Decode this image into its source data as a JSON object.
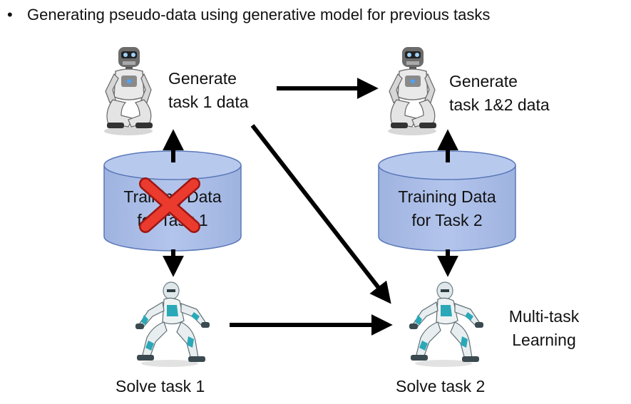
{
  "bullet": "•",
  "heading": "Generating pseudo-data using generative model for previous tasks",
  "generator_left": {
    "line1": "Generate",
    "line2": "task 1 data"
  },
  "generator_right": {
    "line1": "Generate",
    "line2": "task 1&2 data"
  },
  "data_left": {
    "line1": "Training Data",
    "line2": "for Task 1"
  },
  "data_right": {
    "line1": "Training Data",
    "line2": "for Task 2"
  },
  "solver_left": {
    "label": "Solve task 1"
  },
  "solver_right": {
    "label": "Solve task 2"
  },
  "multitask": {
    "line1": "Multi-task",
    "line2": "Learning"
  },
  "colors": {
    "cylinder_fill": "#a9bde7",
    "cylinder_stroke": "#5a78b8",
    "cross": "#e3342f",
    "arrow": "#000000"
  },
  "icons": [
    "generator-robot-icon",
    "solver-robot-icon",
    "red-cross-icon"
  ]
}
